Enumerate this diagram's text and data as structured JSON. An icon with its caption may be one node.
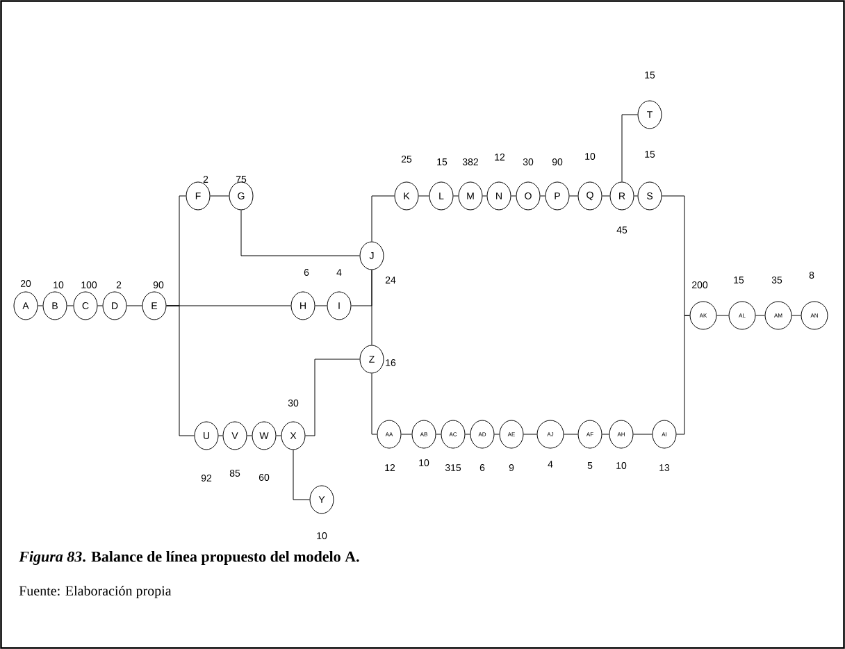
{
  "diagram": {
    "caption": "*Figura 83*. Balance de línea propuesto del modelo A.",
    "nodes": [
      {
        "text": [
          "A"
        ],
        "beside": [
          "20"
        ]
      },
      {
        "text": [
          "B"
        ],
        "beside": [
          "10"
        ]
      },
      {
        "text": [
          "C"
        ],
        "beside": [
          "100"
        ]
      },
      {
        "text": [
          "D"
        ],
        "beside": [
          "2"
        ]
      },
      {
        "text": [
          "E"
        ],
        "beside": [
          "90"
        ]
      },
      {
        "text": [
          "F"
        ],
        "beside": [
          "2"
        ]
      },
      {
        "text": [
          "G"
        ],
        "beside": [
          "75"
        ]
      },
      {
        "text": [
          "H"
        ],
        "beside": [
          "6"
        ]
      },
      {
        "text": [
          "I"
        ],
        "beside": [
          "4"
        ]
      },
      {
        "text": [
          "J"
        ],
        "beside": [
          "24"
        ]
      },
      {
        "text": [
          "K"
        ],
        "beside": [
          "25"
        ]
      },
      {
        "text": [
          "L"
        ],
        "beside": [
          "15"
        ]
      },
      {
        "text": [
          "M"
        ],
        "beside": [
          "382"
        ]
      },
      {
        "text": [
          "N"
        ],
        "beside": [
          "12"
        ]
      },
      {
        "text": [
          "O"
        ],
        "beside": [
          "30"
        ]
      },
      {
        "text": [
          "P"
        ],
        "beside": [
          "90"
        ]
      },
      {
        "text": [
          "Q"
        ],
        "beside": [
          "10"
        ]
      },
      {
        "text": [
          "R"
        ],
        "beside": [
          "45"
        ]
      },
      {
        "text": [
          "S"
        ],
        "beside": [
          "15"
        ]
      },
      {
        "text": [
          "T"
        ],
        "beside": [
          "15"
        ]
      },
      {
        "text": [
          "U"
        ],
        "beside": [
          "92"
        ]
      },
      {
        "text": [
          "V"
        ],
        "beside": [
          "85"
        ]
      },
      {
        "text": [
          "W"
        ],
        "beside": [
          "60"
        ]
      },
      {
        "text": [
          "X"
        ],
        "beside": [
          "30"
        ]
      },
      {
        "text": [
          "Y"
        ],
        "beside": [
          "10"
        ]
      },
      {
        "text": [
          "Z"
        ],
        "beside": [
          "16"
        ]
      },
      {
        "text": [
          "AA"
        ],
        "beside": [
          "12"
        ]
      },
      {
        "text": [
          "AB"
        ],
        "beside": [
          "10"
        ]
      },
      {
        "text": [
          "AC"
        ],
        "beside": [
          "315"
        ]
      },
      {
        "text": [
          "AD"
        ],
        "beside": [
          "6"
        ]
      },
      {
        "text": [
          "AE"
        ],
        "beside": [
          "9"
        ]
      },
      {
        "text": [
          "AJ"
        ],
        "beside": [
          "4"
        ]
      },
      {
        "text": [
          "AF"
        ],
        "beside": [
          "5"
        ]
      },
      {
        "text": [
          "AH"
        ],
        "beside": [
          "10"
        ]
      },
      {
        "text": [
          "AI"
        ],
        "beside": [
          "13"
        ]
      },
      {
        "text": [
          "AK"
        ],
        "beside": [
          "200"
        ]
      },
      {
        "text": [
          "AL"
        ],
        "beside": [
          "15"
        ]
      },
      {
        "text": [
          "AM"
        ],
        "beside": [
          "35"
        ]
      },
      {
        "text": [
          "AN"
        ],
        "beside": [
          "8"
        ]
      }
    ],
    "edges": [
      {
        "from": 0,
        "to": 1,
        "arrow": "none"
      },
      {
        "from": 1,
        "to": 2,
        "arrow": "none"
      },
      {
        "from": 2,
        "to": 3,
        "arrow": "none"
      },
      {
        "from": 3,
        "to": 4,
        "arrow": "none"
      },
      {
        "from": 4,
        "to": 5,
        "arrow": "none"
      },
      {
        "from": 4,
        "to": 7,
        "arrow": "none"
      },
      {
        "from": 4,
        "to": 20,
        "arrow": "none"
      },
      {
        "from": 5,
        "to": 6,
        "arrow": "none"
      },
      {
        "from": 6,
        "to": 9,
        "arrow": "none"
      },
      {
        "from": 7,
        "to": 8,
        "arrow": "none"
      },
      {
        "from": 8,
        "to": 9,
        "arrow": "none"
      },
      {
        "from": 9,
        "to": 10,
        "arrow": "none"
      },
      {
        "from": 9,
        "to": 25,
        "arrow": "none"
      },
      {
        "from": 10,
        "to": 11,
        "arrow": "none"
      },
      {
        "from": 11,
        "to": 12,
        "arrow": "none"
      },
      {
        "from": 12,
        "to": 13,
        "arrow": "none"
      },
      {
        "from": 13,
        "to": 14,
        "arrow": "none"
      },
      {
        "from": 14,
        "to": 15,
        "arrow": "none"
      },
      {
        "from": 15,
        "to": 16,
        "arrow": "none"
      },
      {
        "from": 16,
        "to": 17,
        "arrow": "none"
      },
      {
        "from": 17,
        "to": 18,
        "arrow": "none"
      },
      {
        "from": 17,
        "to": 19,
        "arrow": "none"
      },
      {
        "from": 18,
        "to": 35,
        "arrow": "none"
      },
      {
        "from": 20,
        "to": 21,
        "arrow": "none"
      },
      {
        "from": 21,
        "to": 22,
        "arrow": "none"
      },
      {
        "from": 22,
        "to": 23,
        "arrow": "none"
      },
      {
        "from": 23,
        "to": 24,
        "arrow": "none"
      },
      {
        "from": 23,
        "to": 25,
        "arrow": "none"
      },
      {
        "from": 25,
        "to": 26,
        "arrow": "none"
      },
      {
        "from": 26,
        "to": 27,
        "arrow": "none"
      },
      {
        "from": 27,
        "to": 28,
        "arrow": "none"
      },
      {
        "from": 28,
        "to": 29,
        "arrow": "none"
      },
      {
        "from": 29,
        "to": 30,
        "arrow": "none"
      },
      {
        "from": 30,
        "to": 31,
        "arrow": "none"
      },
      {
        "from": 31,
        "to": 32,
        "arrow": "none"
      },
      {
        "from": 32,
        "to": 33,
        "arrow": "none"
      },
      {
        "from": 33,
        "to": 34,
        "arrow": "none"
      },
      {
        "from": 34,
        "to": 35,
        "arrow": "none"
      },
      {
        "from": 35,
        "to": 36,
        "arrow": "none"
      },
      {
        "from": 36,
        "to": 37,
        "arrow": "none"
      },
      {
        "from": 37,
        "to": 38,
        "arrow": "none"
      }
    ],
    "labels": [
      "Fuente: Elaboración propia"
    ]
  }
}
